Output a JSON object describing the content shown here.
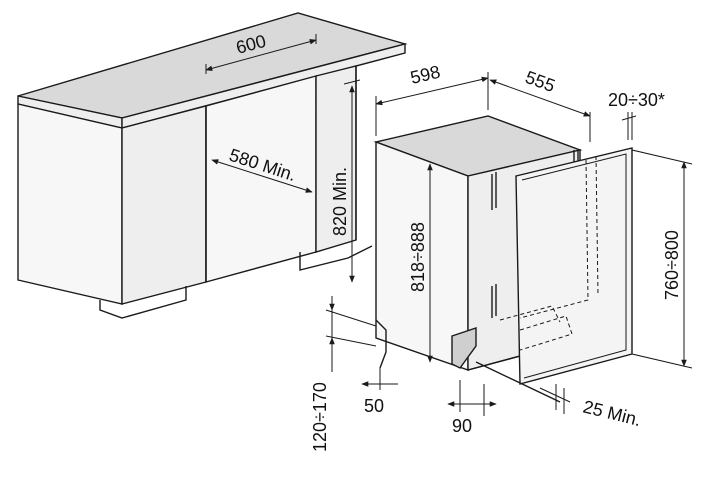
{
  "dimensions": {
    "countertop_width": "600",
    "appliance_width": "598",
    "appliance_depth": "555",
    "door_offset": "20÷30*",
    "cabinet_depth_min": "580 Min.",
    "niche_height_min": "820 Min.",
    "appliance_height": "818÷888",
    "door_height": "760÷800",
    "plinth_height": "120÷170",
    "plinth_setback": "50",
    "plinth_depth": "90",
    "door_clearance_min": "25 Min."
  }
}
